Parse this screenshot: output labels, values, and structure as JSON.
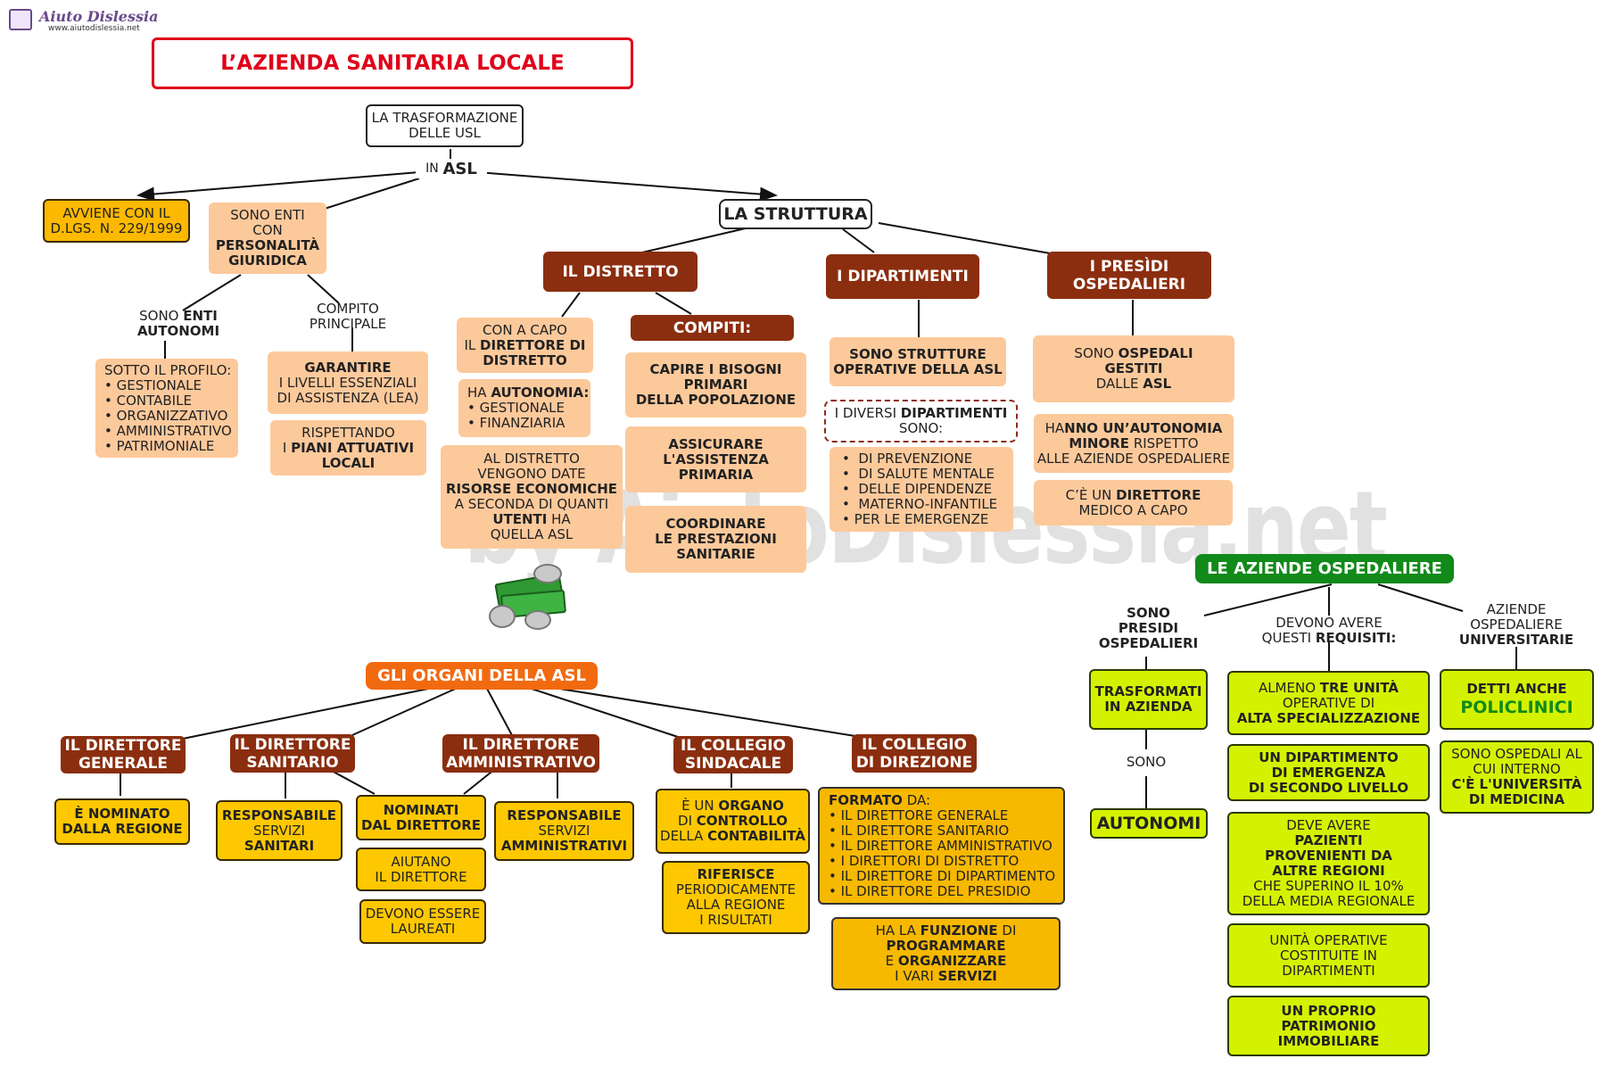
{
  "brand": {
    "logo_text": "Aiuto Dislessia",
    "url": "www.aiutodislessia.net"
  },
  "watermark": "by AiutoDislessia.net",
  "title": "L’AZIENDA SANITARIA LOCALE",
  "root": {
    "line1": "LA TRASFORMAZIONE",
    "line2": "DELLE USL",
    "conn_pre": "IN",
    "conn_bold": "ASL"
  },
  "avviene": {
    "line1": "AVVIENE CON IL",
    "line2": "D.LGS. N. 229/1999"
  },
  "enti": {
    "l1": "SONO ENTI",
    "l2": "CON",
    "l3": "PERSONALITÀ",
    "l4": "GIURIDICA"
  },
  "autonomi_link": {
    "pre": "SONO",
    "bold1": "ENTI",
    "bold2": "AUTONOMI"
  },
  "profilo": {
    "head": "SOTTO IL PROFILO:",
    "items": [
      "GESTIONALE",
      "CONTABILE",
      "ORGANIZZATIVO",
      "AMMINISTRATIVO",
      "PATRIMONIALE"
    ]
  },
  "compito_link": {
    "l1": "COMPITO",
    "l2": "PRINCIPALE"
  },
  "garantire": {
    "bold": "GARANTIRE",
    "l2": "I LIVELLI ESSENZIALI",
    "l3": "DI ASSISTENZA (LEA)"
  },
  "rispettando": {
    "l1": "RISPETTANDO",
    "l2pre": "I",
    "l2bold": "PIANI ATTUATIVI",
    "l3": "LOCALI"
  },
  "struttura": "LA STRUTTURA",
  "distretto": {
    "title": "IL  DISTRETTO",
    "capo": {
      "l1": "CON A CAPO",
      "l2pre": "IL",
      "l2bold": "DIRETTORE DI",
      "l3": "DISTRETTO"
    },
    "autonomia": {
      "pre": "HA",
      "bold": "AUTONOMIA:",
      "items": [
        "GESTIONALE",
        "FINANZIARIA"
      ]
    },
    "risorse": {
      "l1": "AL DISTRETTO",
      "l2": "VENGONO DATE",
      "l3": "RISORSE ECONOMICHE",
      "l4": "A SECONDA DI QUANTI",
      "l5bold": "UTENTI",
      "l5": "HA",
      "l6": "QUELLA ASL"
    }
  },
  "compiti": {
    "title": "COMPITI:",
    "items": [
      {
        "l1": "CAPIRE I BISOGNI",
        "l2": "PRIMARI",
        "l3": "DELLA POPOLAZIONE"
      },
      {
        "l1": "ASSICURARE",
        "l2": "L'ASSISTENZA",
        "l3": "PRIMARIA"
      },
      {
        "l1": "COORDINARE",
        "l2": "LE PRESTAZIONI",
        "l3": "SANITARIE"
      }
    ]
  },
  "dipartimenti": {
    "title": "I  DIPARTIMENTI",
    "strutture": {
      "l1": "SONO STRUTTURE",
      "l2": "OPERATIVE DELLA ASL"
    },
    "diversi": {
      "pre": "I DIVERSI",
      "bold": "DIPARTIMENTI",
      "l2": "SONO:"
    },
    "items": [
      "DI PREVENZIONE",
      "DI SALUTE MENTALE",
      "DELLE DIPENDENZE",
      "MATERNO-INFANTILE",
      "PER LE EMERGENZE"
    ]
  },
  "presidi": {
    "title_l1": "I PRESÌDI",
    "title_l2": "OSPEDALIERI",
    "gestiti": {
      "pre": "SONO",
      "bold1": "OSPEDALI",
      "bold2": "GESTITI",
      "l3": "DALLE",
      "l3bold": "ASL"
    },
    "autonomia": {
      "pre": "HA",
      "bold1": "NNO UN’AUTONOMIA",
      "bold2": "MINORE",
      "l2": "RISPETTO",
      "l3": "ALLE AZIENDE OSPEDALIERE"
    },
    "direttore": {
      "pre": "C’È UN",
      "bold": "DIRETTORE",
      "l2": "MEDICO A CAPO"
    }
  },
  "aziende": {
    "title": "LE AZIENDE OSPEDALIERE",
    "link1": {
      "l1": "SONO",
      "l2": "PRESIDI",
      "l3": "OSPEDALIERI"
    },
    "link2": {
      "l1": "DEVONO AVERE",
      "l2pre": "QUESTI",
      "l2bold": "REQUISITI:"
    },
    "link3": {
      "l1": "AZIENDE",
      "l2": "OSPEDALIERE",
      "l3": "UNIVERSITARIE"
    },
    "trasformati": {
      "l1": "TRASFORMATI",
      "l2": "IN AZIENDA"
    },
    "sono": "SONO",
    "autonomi": "AUTONOMI",
    "req": [
      {
        "l1": "ALMENO",
        "l1bold": "TRE UNITÀ",
        "l2": "OPERATIVE DI",
        "l3": "ALTA SPECIALIZZAZIONE"
      },
      {
        "l1": "UN DIPARTIMENTO",
        "l2": "DI EMERGENZA",
        "l3": "DI SECONDO LIVELLO"
      },
      {
        "l1": "DEVE AVERE",
        "l2": "PAZIENTI",
        "l3": "PROVENIENTI DA",
        "l4": "ALTRE REGIONI",
        "l5": "CHE SUPERINO IL 10%",
        "l6": "DELLA MEDIA REGIONALE"
      },
      {
        "l1": "UNITÀ OPERATIVE",
        "l2": "COSTITUITE IN",
        "l3": "DIPARTIMENTI"
      },
      {
        "l1": "UN PROPRIO",
        "l2": "PATRIMONIO",
        "l3": "IMMOBILIARE"
      }
    ],
    "policlinici": {
      "l1": "DETTI ANCHE",
      "l2": "POLICLINICI"
    },
    "universita": {
      "l1": "SONO OSPEDALI AL",
      "l2": "CUI INTERNO",
      "l3": "C'È L'UNIVERSITÀ",
      "l4": "DI MEDICINA"
    }
  },
  "organi": {
    "title": "GLI ORGANI DELLA ASL",
    "dg": {
      "l1": "IL DIRETTORE",
      "l2": "GENERALE",
      "child": {
        "l1": "È NOMINATO",
        "l2": "DALLA REGIONE"
      }
    },
    "ds": {
      "l1": "IL DIRETTORE",
      "l2": "SANITARIO",
      "child": {
        "l1": "RESPONSABILE",
        "l2": "SERVIZI",
        "l3": "SANITARI"
      }
    },
    "da": {
      "l1": "IL  DIRETTORE",
      "l2": "AMMINISTRATIVO",
      "child": {
        "l1": "RESPONSABILE",
        "l2": "SERVIZI",
        "l3": "AMMINISTRATIVI"
      }
    },
    "nominati": {
      "l1": "NOMINATI",
      "l2": "DAL DIRETTORE"
    },
    "aiutano": {
      "l1": "AIUTANO",
      "l2": "IL DIRETTORE"
    },
    "laureati": {
      "l1": "DEVONO ESSERE",
      "l2": "LAUREATI"
    },
    "cs": {
      "l1": "IL  COLLEGIO",
      "l2": "SINDACALE",
      "organo": {
        "l1pre": "È UN",
        "l1bold": "ORGANO",
        "l2pre": "DI",
        "l2bold": "CONTROLLO",
        "l3pre": "DELLA",
        "l3bold": "CONTABILITÀ"
      },
      "riferisce": {
        "l1": "RIFERISCE",
        "l2": "PERIODICAMENTE",
        "l3": "ALLA REGIONE",
        "l4": "I RISULTATI"
      }
    },
    "cd": {
      "l1": "IL  COLLEGIO",
      "l2": "DI DIREZIONE",
      "formato": {
        "bold": "FORMATO",
        "rest": "DA:",
        "items": [
          "IL DIRETTORE GENERALE",
          "IL DIRETTORE SANITARIO",
          "IL DIRETTORE AMMINISTRATIVO",
          "I DIRETTORI DI DISTRETTO",
          "IL DIRETTORE DI DIPARTIMENTO",
          "IL DIRETTORE DEL PRESIDIO"
        ]
      },
      "funzione": {
        "pre": "HA LA",
        "bold": "FUNZIONE",
        "post": "DI",
        "l2": "PROGRAMMARE",
        "l3pre": "E",
        "l3bold": "ORGANIZZARE",
        "l4pre": "I VARI",
        "l4bold": "SERVIZI"
      }
    }
  },
  "colors": {
    "brown": "#8b2e0f",
    "peach": "#fcc99b",
    "orange": "#f26a10",
    "yellow": "#fdc800",
    "lime": "#d4f200",
    "green": "#118a1a",
    "title_red": "#e0001a"
  }
}
